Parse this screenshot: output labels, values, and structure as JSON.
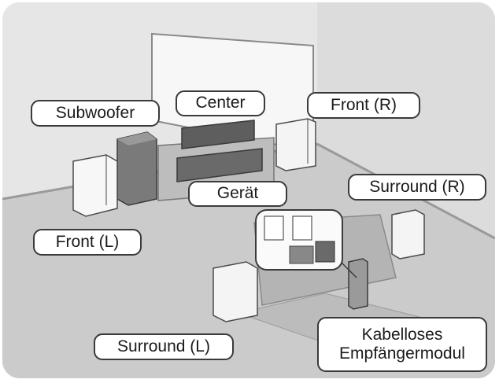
{
  "labels": {
    "subwoofer": "Subwoofer",
    "center": "Center",
    "front_r": "Front (R)",
    "geraet": "Gerät",
    "surround_r": "Surround (R)",
    "front_l": "Front (L)",
    "surround_l": "Surround (L)",
    "wireless_module_line1": "Kabelloses",
    "wireless_module_line2": "Empfängermodul"
  },
  "colors": {
    "wall": "#e6e6e6",
    "floor": "#cbcbcb",
    "speaker_light": "#f4f4f4",
    "speaker_dark": "#6e6e6e",
    "outline": "#3a3a3a"
  }
}
